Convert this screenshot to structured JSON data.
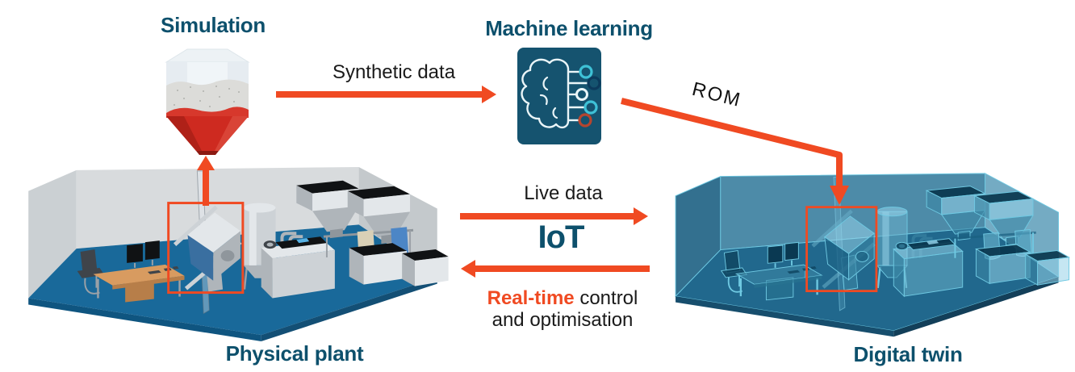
{
  "diagram": {
    "nodes": {
      "simulation": {
        "label": "Simulation",
        "icon": "hopper-mixer-3d-icon"
      },
      "machine_learning": {
        "label": "Machine learning",
        "icon": "brain-circuit-icon",
        "icon_bg": "#15536F"
      },
      "physical_plant": {
        "label": "Physical plant",
        "icon": "factory-room-3d-render"
      },
      "digital_twin": {
        "label": "Digital twin",
        "icon": "factory-room-wireframe-render"
      }
    },
    "flows": {
      "plant_to_simulation": {
        "from": "physical_plant",
        "to": "simulation"
      },
      "synthetic_data": {
        "label": "Synthetic data",
        "from": "simulation",
        "to": "machine_learning"
      },
      "rom": {
        "label": "ROM",
        "from": "machine_learning",
        "to": "digital_twin"
      },
      "live_data": {
        "label": "Live data",
        "from": "physical_plant",
        "to": "digital_twin"
      },
      "iot": {
        "label": "IoT"
      },
      "real_time_control": {
        "highlight": "Real-time",
        "rest": "control",
        "line2": "and optimisation",
        "from": "digital_twin",
        "to": "physical_plant"
      }
    },
    "colors": {
      "arrow_orange": "#F04A22",
      "heading_teal": "#0D506C",
      "body_text": "#1A1A1A",
      "highlight_box": "#F04A22",
      "ml_icon_bg": "#15536F",
      "ml_icon_cyan": "#3EC1D6",
      "ml_icon_navy": "#0C3A5C",
      "ml_icon_red": "#B5452F",
      "hopper_red": "#CE2A20",
      "plant_floor_blue": "#19699A",
      "plant_wall_gray": "#D8DBDD",
      "twin_wall_teal": "#4D8BA8",
      "twin_edge_cyan": "#6FC9E2"
    }
  }
}
